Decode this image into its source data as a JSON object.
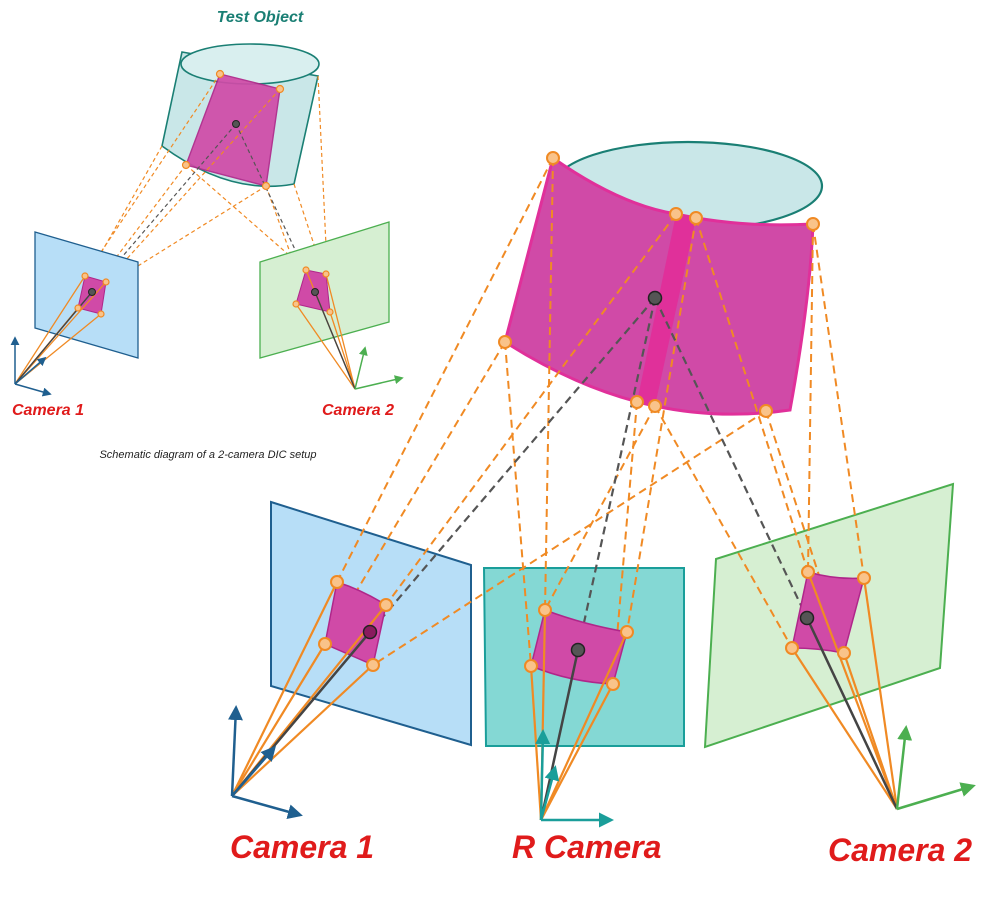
{
  "labels": {
    "test_object": "Test Object",
    "small_camera1": "Camera 1",
    "small_camera2": "Camera 2",
    "caption": "Schematic diagram of a 2-camera DIC setup",
    "large_camera1": "Camera 1",
    "large_rcamera": "R Camera",
    "large_camera2": "Camera 2"
  },
  "colors": {
    "teal_object": "#c9e7e8",
    "teal_edge": "#1a7f74",
    "magenta": "#d04aa7",
    "magenta_dark": "#e0309a",
    "orange": "#f08a24",
    "node_fill": "#f9c38a",
    "center_dot": "#555555",
    "ray_gray": "#555555",
    "cam1_plane": "#b7def7",
    "cam1_edge": "#1f5f8f",
    "rcam_plane": "#84d8d4",
    "rcam_edge": "#1a9e9a",
    "cam2_plane": "#d6efd2",
    "cam2_edge": "#4caf50",
    "label_red": "#e01b1b",
    "title_teal": "#1a7f74"
  }
}
